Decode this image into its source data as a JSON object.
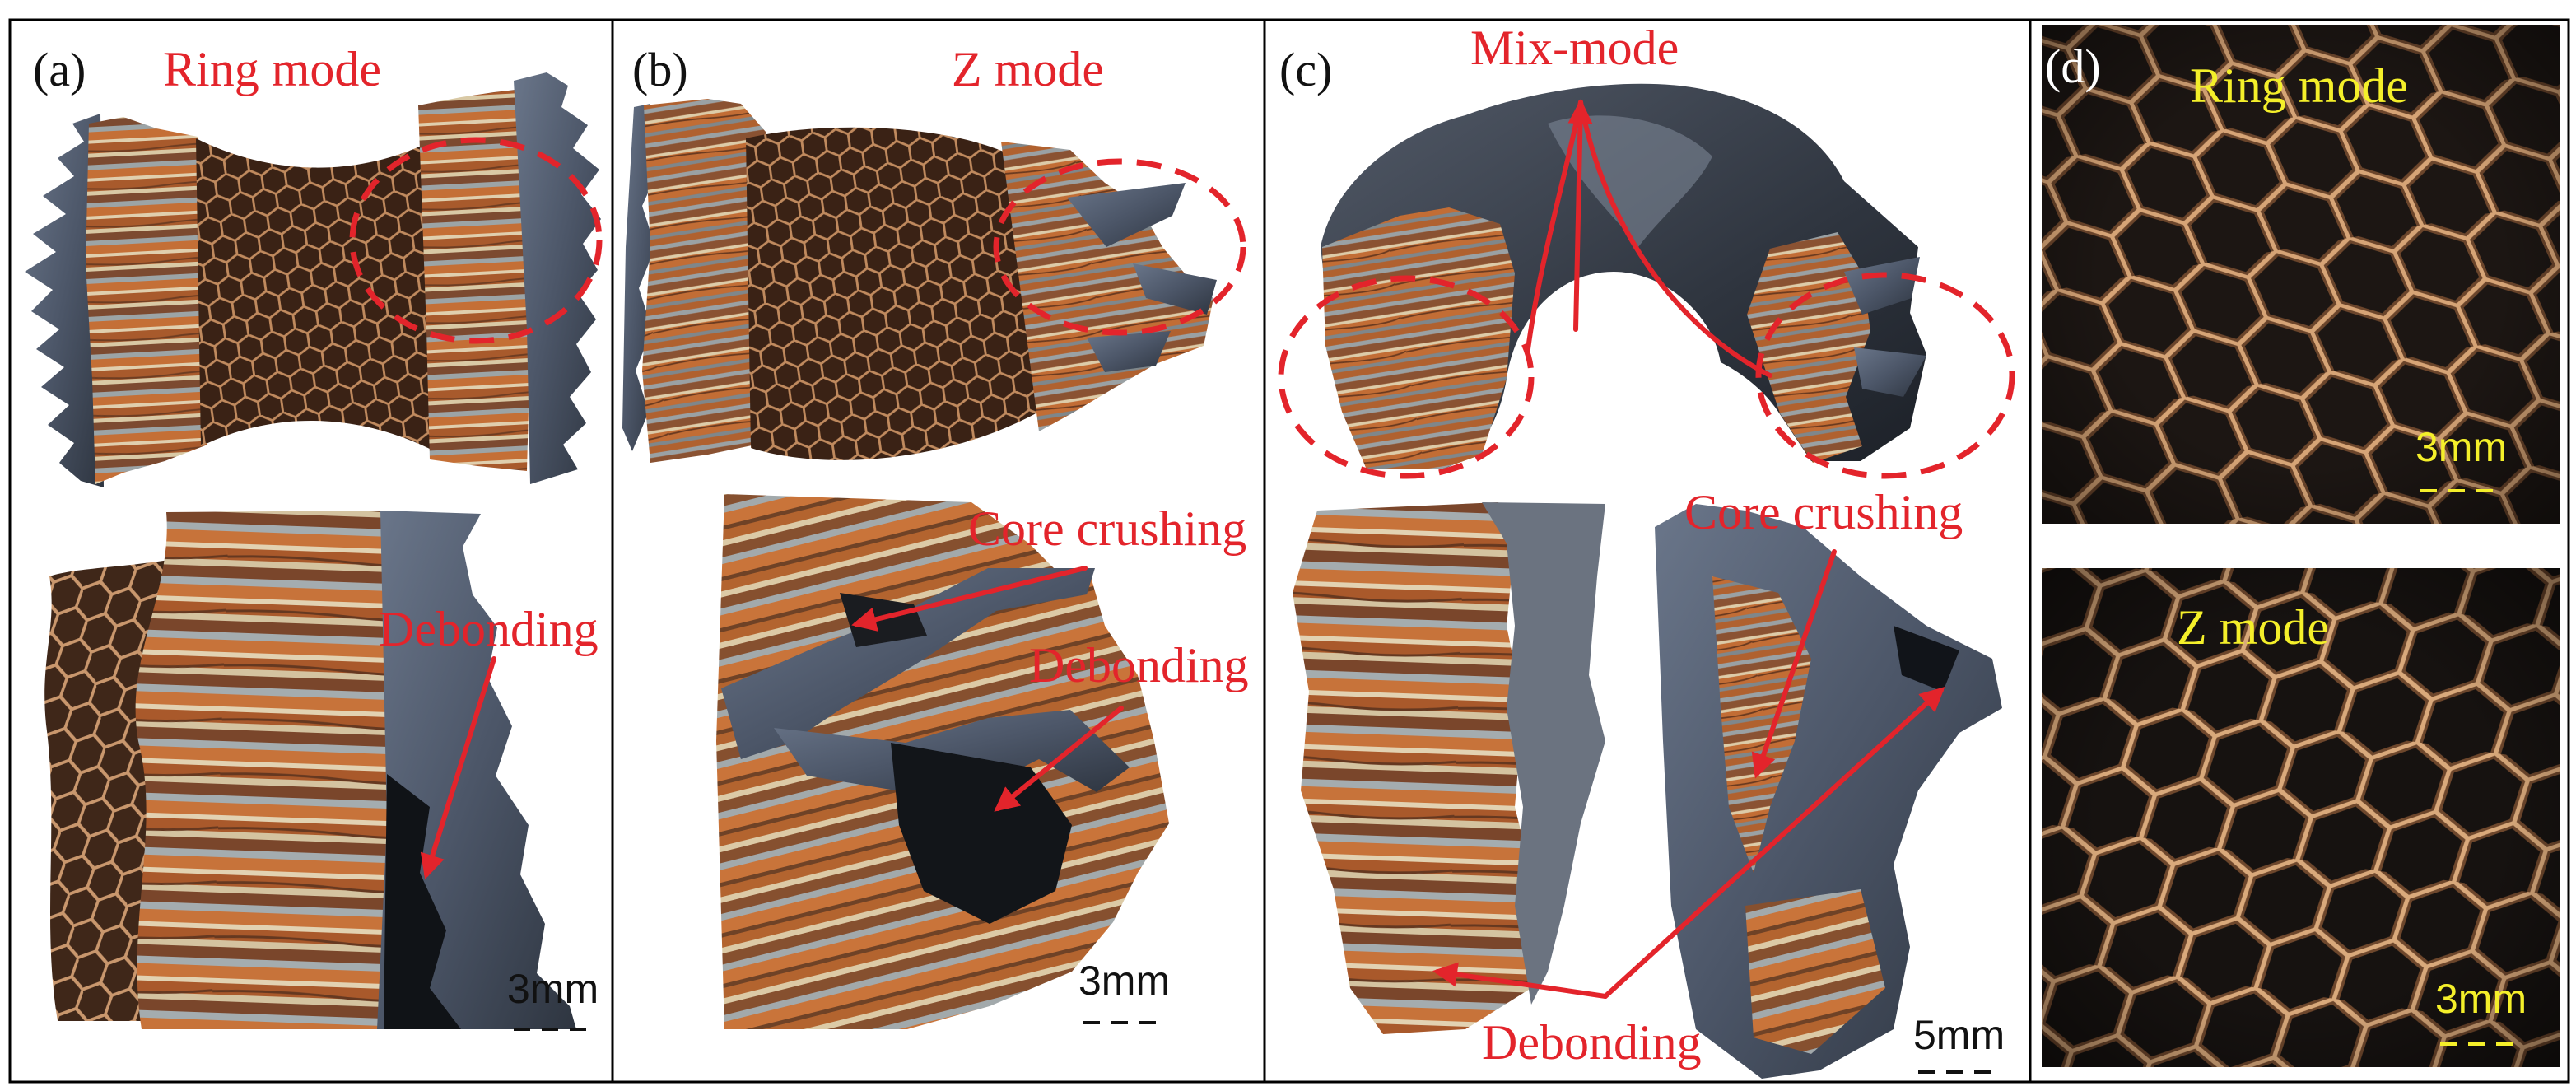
{
  "figure": {
    "panel_a": {
      "label": "(a)",
      "mode_title": "Ring mode",
      "annotation_debonding": "Debonding",
      "scale_bar": "3mm"
    },
    "panel_b": {
      "label": "(b)",
      "mode_title": "Z mode",
      "annotation_core_crushing": "Core crushing",
      "annotation_debonding": "Debonding",
      "scale_bar": "3mm"
    },
    "panel_c": {
      "label": "(c)",
      "mode_title": "Mix-mode",
      "annotation_core_crushing": "Core crushing",
      "annotation_debonding": "Debonding",
      "scale_bar": "5mm"
    },
    "panel_d": {
      "label": "(d)",
      "top": {
        "mode_title": "Ring mode",
        "scale_bar": "3mm"
      },
      "bottom": {
        "mode_title": "Z mode",
        "scale_bar": "3mm"
      }
    }
  },
  "colors": {
    "annotation": "#e3242b",
    "inset_annotation": "#f4ef2a",
    "panel_label": "#111111",
    "inset_panel_label": "#ffffff",
    "frame": "#000000"
  }
}
